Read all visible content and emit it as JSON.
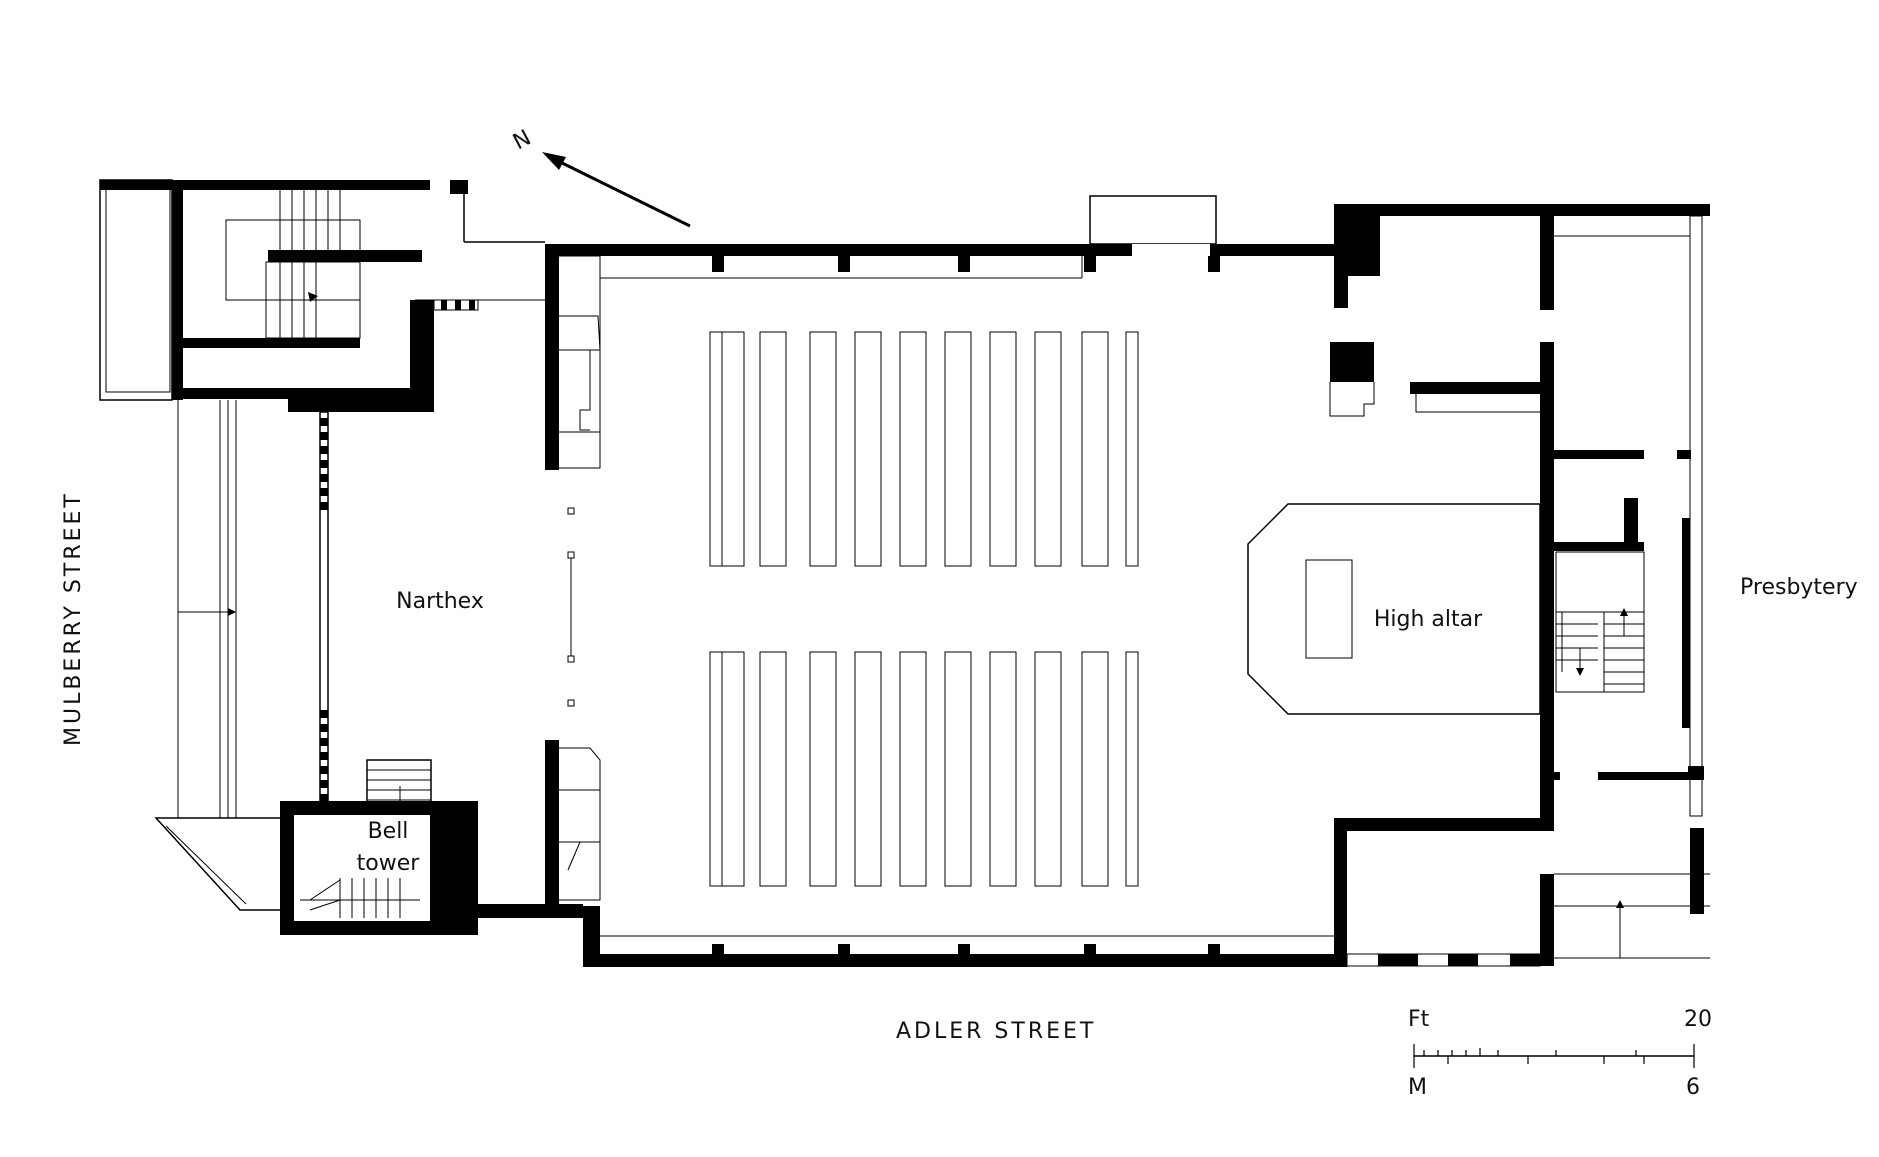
{
  "labels": {
    "north": "N",
    "street_west": "MULBERRY     STREET",
    "street_south": "ADLER     STREET",
    "narthex": "Narthex",
    "high_altar": "High altar",
    "presbytery": "Presbytery",
    "bell_line1": "Bell",
    "bell_line2": "tower"
  },
  "scale_bar": {
    "ft_label": "Ft",
    "ft_max": "20",
    "m_label": "M",
    "m_max": "6"
  },
  "colors": {
    "ink": "#000000",
    "paper": "#ffffff"
  }
}
